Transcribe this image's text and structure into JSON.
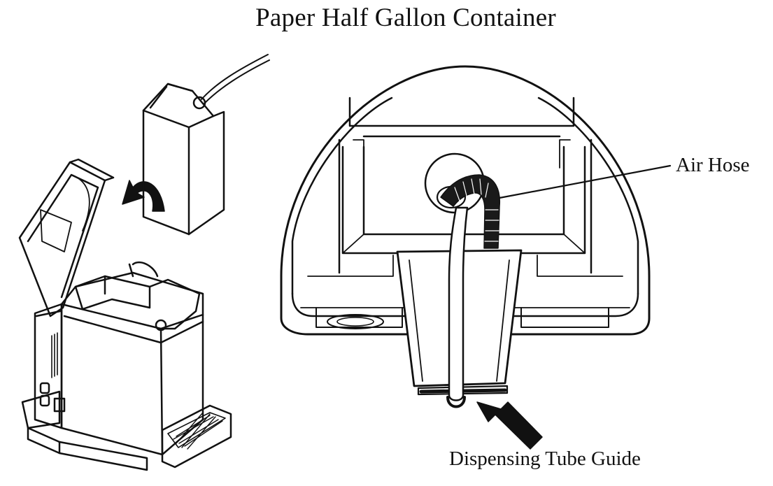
{
  "title": "Paper Half Gallon Container",
  "labels": {
    "air_hose": "Air Hose",
    "dispensing_tube_guide": "Dispensing Tube Guide"
  },
  "colors": {
    "line": "#111111",
    "hose": "#1a1a1a",
    "background": "#ffffff"
  }
}
